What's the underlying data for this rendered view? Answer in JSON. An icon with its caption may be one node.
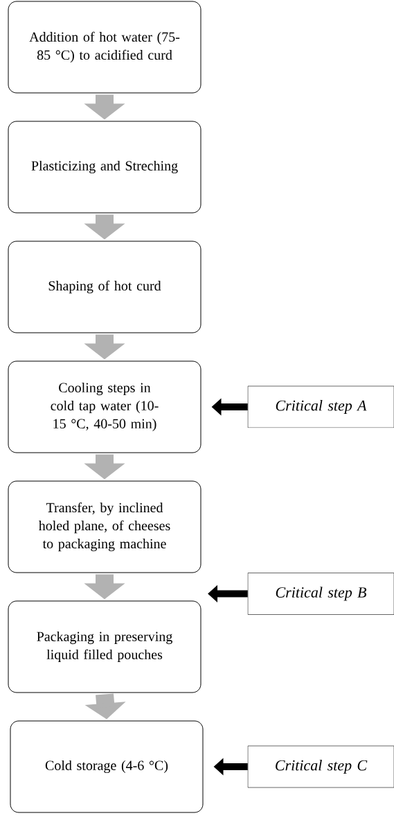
{
  "diagram": {
    "nodes": [
      {
        "text": [
          "Addition of hot water (75-85 °C) to acidified curd"
        ]
      },
      {
        "text": [
          "Plasticizing and Streching"
        ]
      },
      {
        "text": [
          "Shaping of hot curd"
        ]
      },
      {
        "text": [
          "Cooling steps in cold tap water (10-15 °C, 40-50 min)"
        ]
      },
      {
        "text": [
          "Transfer, by inclined holed plane, of cheeses to packaging machine"
        ]
      },
      {
        "text": [
          "Packaging in preserving liquid filled pouches"
        ]
      },
      {
        "text": [
          "Cold storage (4-6 °C)"
        ]
      },
      {
        "text": [
          "Critical step A"
        ]
      },
      {
        "text": [
          "Critical step B"
        ]
      },
      {
        "text": [
          "Critical step C"
        ]
      }
    ],
    "edges": [
      {
        "from": 0,
        "to": 1,
        "arrow": "to"
      },
      {
        "from": 1,
        "to": 2,
        "arrow": "to"
      },
      {
        "from": 2,
        "to": 3,
        "arrow": "to"
      },
      {
        "from": 3,
        "to": 4,
        "arrow": "to"
      },
      {
        "from": 4,
        "to": 5,
        "arrow": "to"
      },
      {
        "from": 5,
        "to": 6,
        "arrow": "to"
      },
      {
        "from": 7,
        "to": 3,
        "arrow": "to",
        "color": "#000000"
      },
      {
        "from": 8,
        "to": null,
        "arrow": "to",
        "color": "#000000"
      },
      {
        "from": 9,
        "to": 6,
        "arrow": "to",
        "color": "#000000"
      }
    ]
  }
}
